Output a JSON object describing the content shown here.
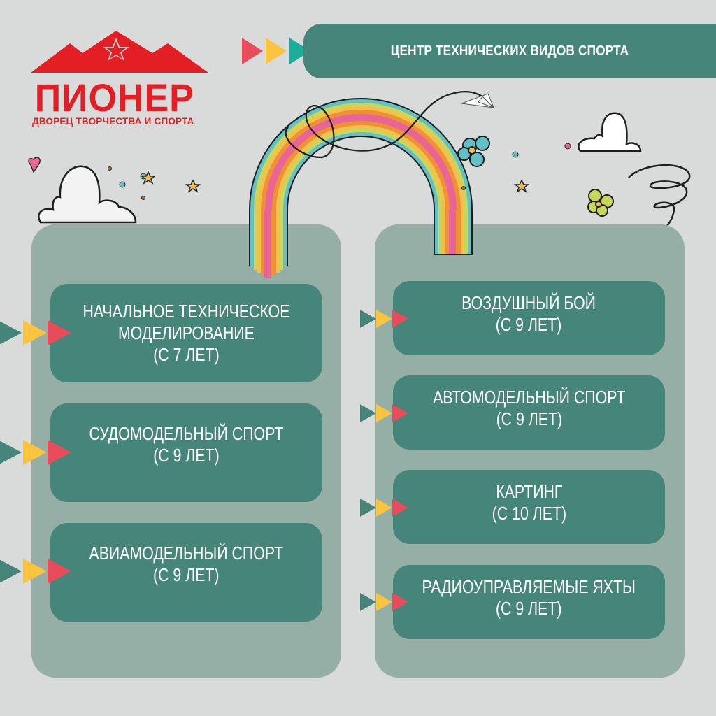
{
  "logo": {
    "title": "ПИОНЕР",
    "subtitle": "ДВОРЕЦ ТВОРЧЕСТВА И СПОРТА",
    "color": "#e31e24"
  },
  "header": {
    "title": "ЦЕНТР ТЕХНИЧЕСКИХ ВИДОВ СПОРТА",
    "arrow_colors": [
      "#e84c5a",
      "#fac43f",
      "#1cae9a"
    ]
  },
  "colors": {
    "background": "#d9dbda",
    "panel": "#95aea6",
    "card": "#46857a",
    "arrow_green": "#46857a",
    "arrow_yellow": "#fac43f",
    "arrow_red": "#e84c5a"
  },
  "left_column": {
    "items": [
      {
        "name": "НАЧАЛЬНОЕ ТЕХНИЧЕСКОЕ",
        "name2": "МОДЕЛИРОВАНИЕ",
        "age": "(С 7 ЛЕТ)"
      },
      {
        "name": "СУДОМОДЕЛЬНЫЙ СПОРТ",
        "age": "(С 9 ЛЕТ)"
      },
      {
        "name": "АВИАМОДЕЛЬНЫЙ СПОРТ",
        "age": "(С 9 ЛЕТ)"
      }
    ]
  },
  "right_column": {
    "items": [
      {
        "name": "ВОЗДУШНЫЙ БОЙ",
        "age": "(С 9 ЛЕТ)"
      },
      {
        "name": "АВТОМОДЕЛЬНЫЙ СПОРТ",
        "age": "(С 9 ЛЕТ)"
      },
      {
        "name": "КАРТИНГ",
        "age": "(С 10 ЛЕТ)"
      },
      {
        "name": "РАДИОУПРАВЛЯЕМЫЕ ЯХТЫ",
        "age": "(С 9 ЛЕТ)"
      }
    ]
  },
  "decorations": {
    "rainbow_colors": [
      "#62c0c6",
      "#c8d65a",
      "#f4c04d",
      "#ef9233",
      "#e96497"
    ],
    "icons": [
      "rainbow",
      "cloud",
      "cloud",
      "paper-plane",
      "flower-blue",
      "flower-green",
      "heart",
      "stars",
      "spiral-scribble"
    ]
  }
}
